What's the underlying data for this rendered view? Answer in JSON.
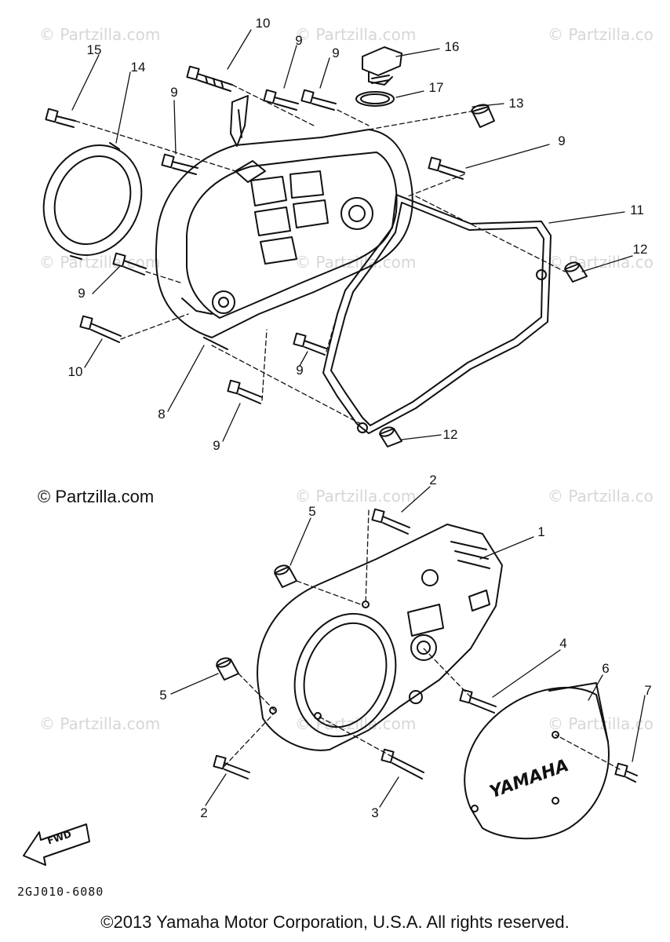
{
  "watermark_text": "© Partzilla.com",
  "watermark_cut_text": "© Partzilla.co",
  "site_credit": "© Partzilla.com",
  "drawing_code": "2GJ010-6080",
  "copyright": "©2013 Yamaha Motor Corporation, U.S.A. All rights reserved.",
  "cover_brand": "YAMAHA",
  "fwd_label": "FWD",
  "callouts": [
    "10",
    "9",
    "9",
    "16",
    "15",
    "14",
    "17",
    "13",
    "9",
    "9",
    "11",
    "12",
    "9",
    "10",
    "9",
    "8",
    "9",
    "12",
    "2",
    "5",
    "1",
    "4",
    "6",
    "7",
    "5",
    "2",
    "3"
  ],
  "colors": {
    "ink": "#111111",
    "watermark": "#d6d6d6",
    "background": "#ffffff"
  }
}
